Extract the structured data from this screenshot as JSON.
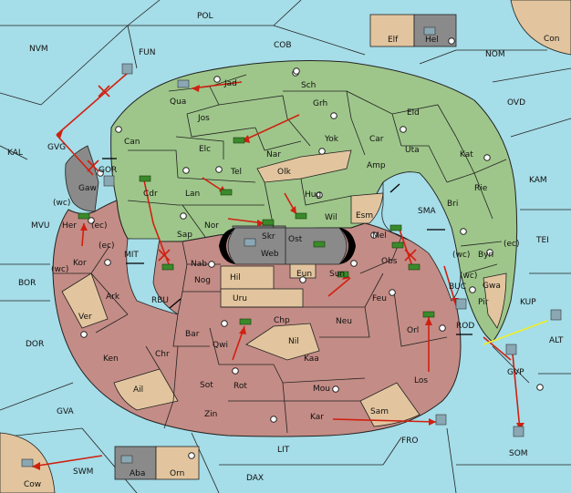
{
  "colors": {
    "sea": "#a5dde8",
    "green_land": "#9ec68a",
    "red_land": "#c48c86",
    "neutral_land": "#e2c59e",
    "dark_land": "#8a8a8a",
    "move_arrow": "#d02010",
    "support_arrow": "#f2ee20",
    "green_unit": "#3a8a2a",
    "blue_unit": "#8aa7b4"
  },
  "sea_labels": {
    "pol": "POL",
    "fun": "FUN",
    "nvm": "NVM",
    "cob": "COB",
    "nom": "NOM",
    "ovd": "OVD",
    "kal": "KAL",
    "kam": "KAM",
    "mvu": "MVU",
    "tei": "TEI",
    "bor": "BOR",
    "mit": "MIT",
    "sma": "SMA",
    "rbu": "RBU",
    "kup": "KUP",
    "dor": "DOR",
    "alt": "ALT",
    "gva": "GVA",
    "fro": "FRO",
    "som": "SOM",
    "lit": "LIT",
    "swm": "SWM",
    "dax": "DAX",
    "gvg": "GVG",
    "gvp": "GVP",
    "bri_text": "Bri",
    "buc": "BUC",
    "rod": "ROD"
  },
  "green_labels": {
    "jad": "Jad",
    "qua": "Qua",
    "sch": "Sch",
    "jos": "Jos",
    "grh": "Grh",
    "eld": "Eld",
    "can": "Can",
    "yok": "Yok",
    "car": "Car",
    "uta": "Uta",
    "nar": "Nar",
    "kat": "Kat",
    "elc": "Elc",
    "amp": "Amp",
    "tel": "Tel",
    "olk": "Olk",
    "rie": "Rie",
    "gor": "GOR",
    "gaw": "Gaw",
    "cdr": "Cdr",
    "lan": "Lan",
    "hug": "Hug",
    "her": "Her",
    "nor": "Nor",
    "wil": "Wil",
    "esm": "Esm",
    "sap": "Sap",
    "skr": "Skr",
    "ost": "Ost",
    "web": "Web",
    "byn": "Byn",
    "gwa": "Gwa",
    "pir": "Pir"
  },
  "red_labels": {
    "kor": "Kor",
    "nab": "Nab",
    "mel": "Mel",
    "obs": "Obs",
    "ark": "Ark",
    "hil": "Hil",
    "eun": "Eun",
    "sun": "Sun",
    "nog": "Nog",
    "uru": "Uru",
    "feu": "Feu",
    "ver": "Ver",
    "bar": "Bar",
    "chp": "Chp",
    "neu": "Neu",
    "orl": "Orl",
    "qwi": "Qwi",
    "nil": "Nil",
    "ken": "Ken",
    "chr": "Chr",
    "kaa": "Kaa",
    "ail": "Ail",
    "sot": "Sot",
    "rot": "Rot",
    "mou": "Mou",
    "los": "Los",
    "zin": "Zin",
    "kar": "Kar",
    "sam": "Sam"
  },
  "corner_labels": {
    "con": "Con",
    "elf": "Elf",
    "hel": "Hel",
    "aba": "Aba",
    "orn": "Orn",
    "cow": "Cow"
  },
  "coast_tags": {
    "wc1": "(wc)",
    "ec1": "(ec)",
    "ec2": "(ec)",
    "wc2": "(wc)",
    "wc3": "(wc)",
    "ec3": "(ec)",
    "wc4": "(wc)"
  }
}
